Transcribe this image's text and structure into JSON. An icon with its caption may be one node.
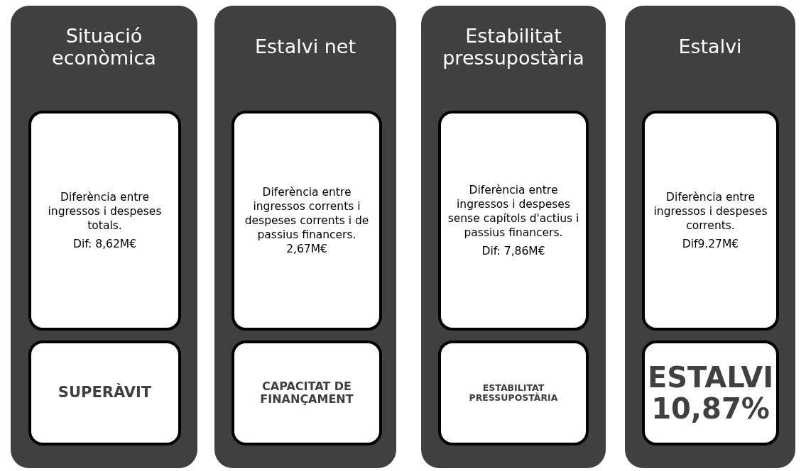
{
  "diagram": {
    "nodes": [
      {
        "text": [
          "Situació econòmica"
        ]
      },
      {
        "text": [
          "Diferència entre ingressos i despeses totals.",
          "Dif: 8,62M€"
        ],
        "in": 0
      },
      {
        "text": [
          "SUPERÀVIT"
        ],
        "in": 0
      },
      {
        "text": [
          "Estalvi net"
        ]
      },
      {
        "text": [
          "Diferència entre ingressos corrents i despeses corrents i de passius financers.",
          "2,67M€"
        ],
        "in": 3
      },
      {
        "text": [
          "CAPACITAT DE FINANÇAMENT"
        ],
        "in": 3
      },
      {
        "text": [
          "Estabilitat pressupostària"
        ]
      },
      {
        "text": [
          "Diferència entre ingressos i despeses sense capítols d'actius i passius financers.",
          "Dif: 7,86M€"
        ],
        "in": 6
      },
      {
        "text": [
          "ESTABILITAT PRESSUPOSTÀRIA"
        ],
        "in": 6
      },
      {
        "text": [
          "Estalvi"
        ]
      },
      {
        "text": [
          "Diferència entre ingressos i despeses corrents.",
          "Dif9.27M€"
        ],
        "in": 9
      },
      {
        "text": [
          "ESTALVI 10,87%"
        ],
        "in": 9
      }
    ]
  }
}
